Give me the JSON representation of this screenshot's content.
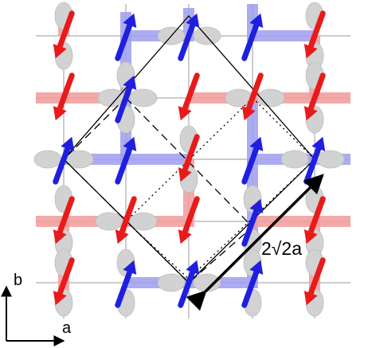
{
  "labels": {
    "axis_b": "b",
    "axis_a": "a",
    "cell_size": "2√2a"
  },
  "colors": {
    "spin_up": "#1f1fe0",
    "spin_down": "#e81a1a",
    "bond_up": "#9e9ef0",
    "bond_down": "#f29a9a",
    "orbital": "#d2d2d2",
    "grid": "#9a9a9a"
  },
  "icons": {
    "spin": "arrow-icon",
    "orbital": "orbital-lobe-icon"
  },
  "legend": {
    "spin_up_color_name": "blue",
    "spin_down_color_name": "red"
  }
}
